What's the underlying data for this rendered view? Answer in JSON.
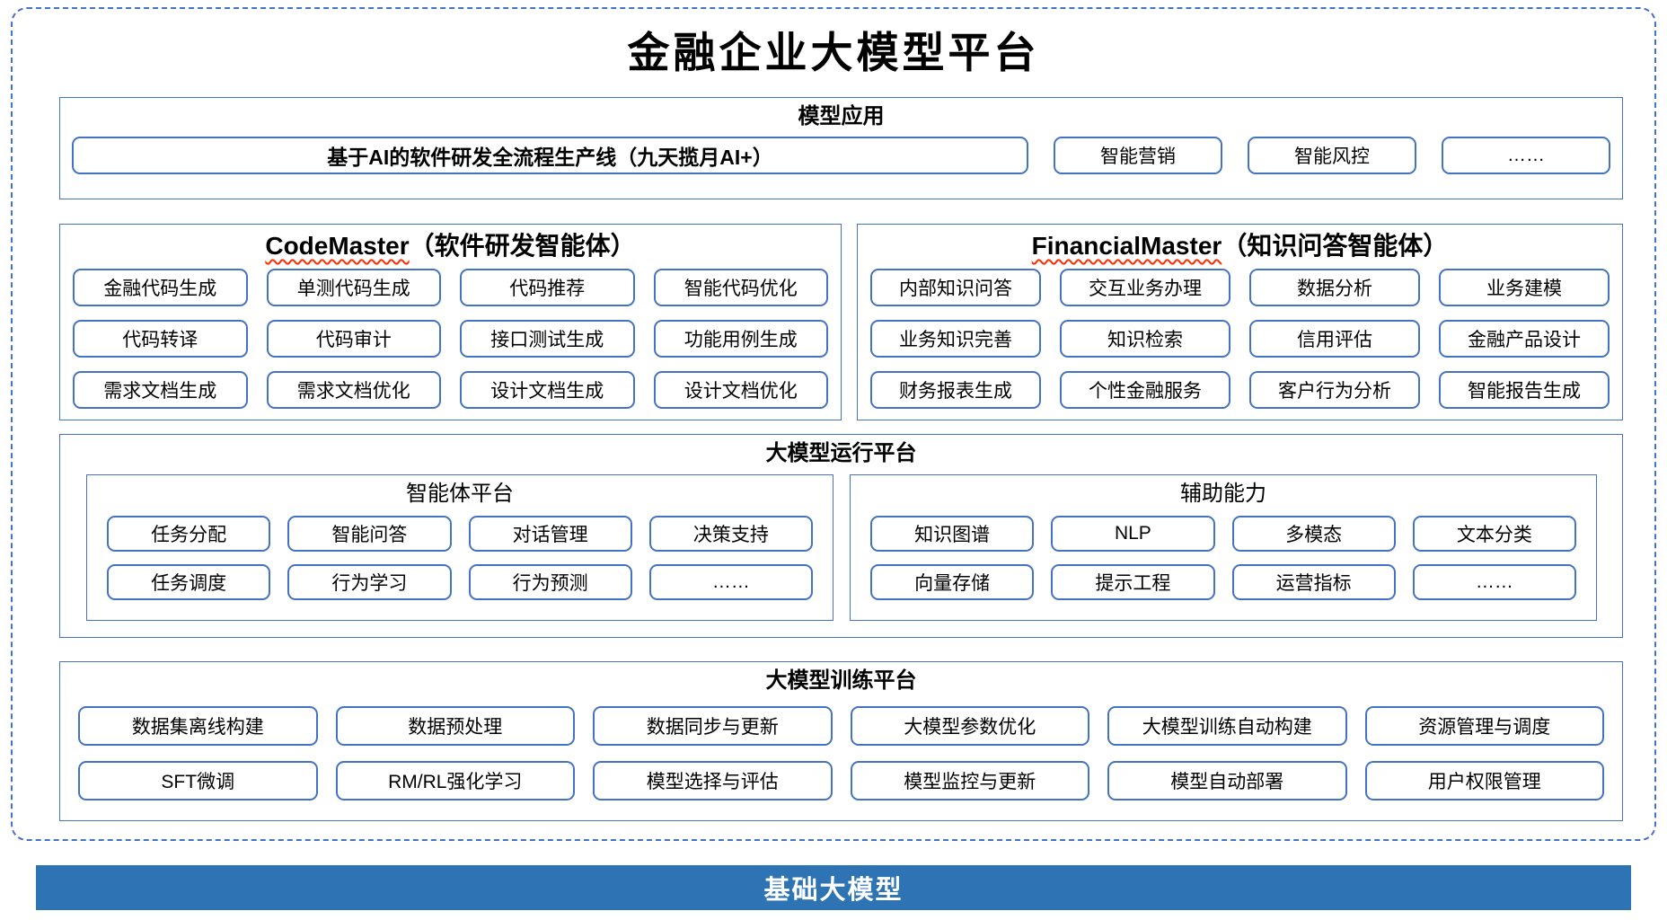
{
  "title": "金融企业大模型平台",
  "colors": {
    "border_blue": "#4472C4",
    "bar_blue": "#2E74B5",
    "wavy_underline_red": "#FF2D00"
  },
  "model_application": {
    "header": "模型应用",
    "main_button": "基于AI的软件研发全流程生产线（九天揽月AI+）",
    "buttons": [
      "智能营销",
      "智能风控",
      "……"
    ]
  },
  "code_master": {
    "header_en": "CodeMaster",
    "header_zh": "（软件研发智能体）",
    "buttons": [
      "金融代码生成",
      "单测代码生成",
      "代码推荐",
      "智能代码优化",
      "代码转译",
      "代码审计",
      "接口测试生成",
      "功能用例生成",
      "需求文档生成",
      "需求文档优化",
      "设计文档生成",
      "设计文档优化"
    ]
  },
  "financial_master": {
    "header_en": "FinancialMaster",
    "header_zh": "（知识问答智能体）",
    "buttons": [
      "内部知识问答",
      "交互业务办理",
      "数据分析",
      "业务建模",
      "业务知识完善",
      "知识检索",
      "信用评估",
      "金融产品设计",
      "财务报表生成",
      "个性金融服务",
      "客户行为分析",
      "智能报告生成"
    ]
  },
  "runtime_platform": {
    "header": "大模型运行平台",
    "agent_platform": {
      "header": "智能体平台",
      "buttons": [
        "任务分配",
        "智能问答",
        "对话管理",
        "决策支持",
        "任务调度",
        "行为学习",
        "行为预测",
        "……"
      ]
    },
    "auxiliary": {
      "header": "辅助能力",
      "buttons": [
        "知识图谱",
        "NLP",
        "多模态",
        "文本分类",
        "向量存储",
        "提示工程",
        "运营指标",
        "……"
      ]
    }
  },
  "training_platform": {
    "header": "大模型训练平台",
    "buttons": [
      "数据集离线构建",
      "数据预处理",
      "数据同步与更新",
      "大模型参数优化",
      "大模型训练自动构建",
      "资源管理与调度",
      "SFT微调",
      "RM/RL强化学习",
      "模型选择与评估",
      "模型监控与更新",
      "模型自动部署",
      "用户权限管理"
    ]
  },
  "foundation": {
    "label": "基础大模型"
  }
}
